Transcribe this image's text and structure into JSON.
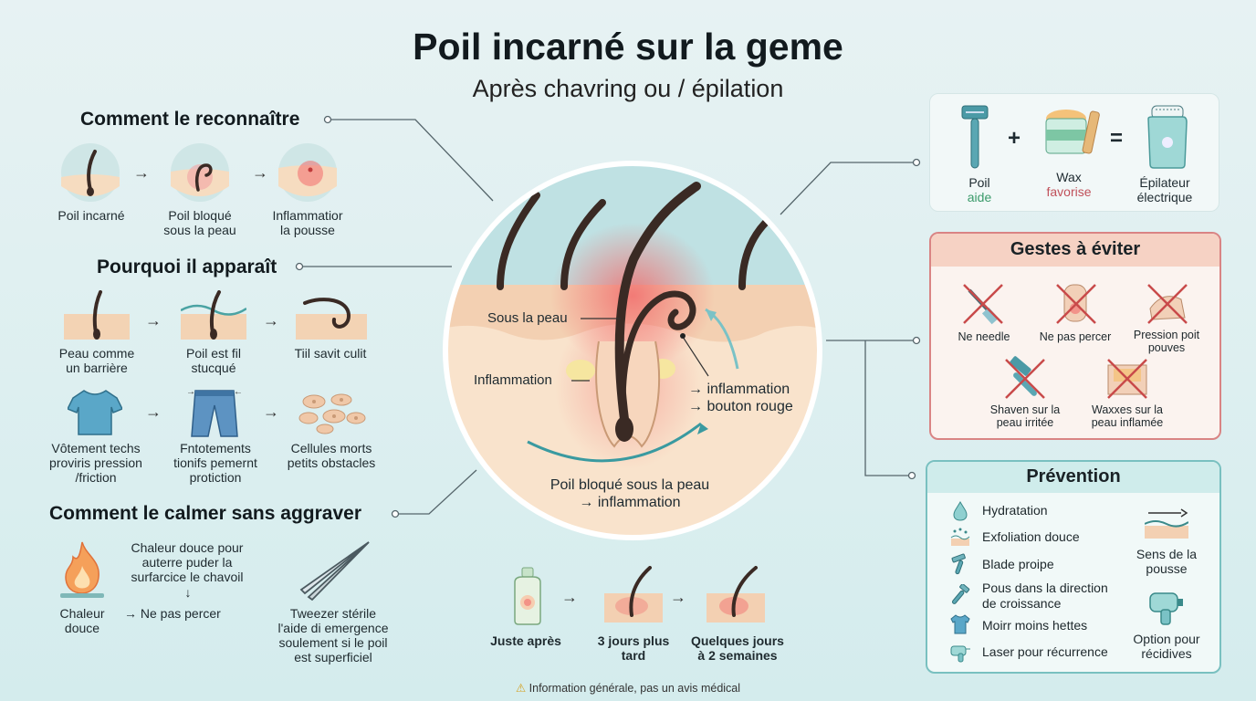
{
  "header": {
    "title": "Poil incarné sur la geme",
    "subtitle": "Après chavring ou / épilation"
  },
  "recognize": {
    "heading": "Comment le reconnaître",
    "steps": [
      {
        "label": "Poil incarné",
        "icon": "ingrown-hair-icon"
      },
      {
        "label": "Poil bloqué\nsous la peau",
        "icon": "curled-hair-icon"
      },
      {
        "label": "Inflammatior\nla pousse",
        "icon": "inflamed-skin-icon"
      }
    ]
  },
  "why": {
    "heading": "Pourquoi il apparaît",
    "row1": [
      {
        "label": "Peau comme\nun barrière",
        "icon": "skin-barrier-icon"
      },
      {
        "label": "Poil est fil\nstucqué",
        "icon": "hair-stuck-icon"
      },
      {
        "label": "Tiil savit culit",
        "icon": "curled-hair-loop-icon"
      }
    ],
    "row2": [
      {
        "label": "Vôtement techs\nproviris pression\n/friction",
        "icon": "tshirt-icon"
      },
      {
        "label": "Fntotements\ntionifs pemernt\nprotiction",
        "icon": "tight-pants-icon"
      },
      {
        "label": "Cellules morts\npetits obstacles",
        "icon": "dead-cells-icon"
      }
    ]
  },
  "calm": {
    "heading": "Comment le calmer sans aggraver",
    "heat_label": "Chaleur\ndouce",
    "heat_desc": "Chaleur douce pour\nauterre puder la\nsurfarcice le chavoil",
    "down_arrow": "↓",
    "no_pierce": "→ Ne pas percer",
    "tweezer_desc": "Tweezer stérile\nl'aide di emergence\nsoulement si le poil\nest superficiel"
  },
  "center": {
    "label_skin": "Sous la peau",
    "label_inflam": "Inflammation",
    "label_result_1": "→ inflammation",
    "label_result_2": "→ bouton rouge",
    "bottom_1": "Poil bloqué sous la peau",
    "bottom_2": "→ inflammation"
  },
  "timeline": {
    "steps": [
      {
        "label": "Juste après",
        "icon": "lotion-bottle-icon"
      },
      {
        "label": "3 jours plus\ntard",
        "icon": "hair-skin-icon"
      },
      {
        "label": "Quelques jours\nà 2 semaines",
        "icon": "healed-hair-icon"
      }
    ]
  },
  "methods": {
    "plus": "+",
    "equals": "=",
    "items": [
      {
        "title": "Poil",
        "note": "aide",
        "note_color": "#3a9a6a",
        "icon": "razor-icon"
      },
      {
        "title": "Wax",
        "note": "favorise",
        "note_color": "#c0505a",
        "icon": "wax-jar-icon"
      },
      {
        "title": "Épilateur",
        "note": "électrique",
        "note_color": "#1e2a30",
        "icon": "epilator-icon"
      }
    ]
  },
  "avoid": {
    "heading": "Gestes à éviter",
    "items": [
      {
        "label": "Ne needle",
        "icon": "needle-crossed-icon"
      },
      {
        "label": "Ne pas percer",
        "icon": "pierce-crossed-icon"
      },
      {
        "label": "Pression poit\npouves",
        "icon": "pressure-crossed-icon"
      },
      {
        "label": "Shaven sur la\npeau irritée",
        "icon": "razor-crossed-icon"
      },
      {
        "label": "Waxxes sur la\npeau inflamée",
        "icon": "wax-crossed-icon"
      }
    ]
  },
  "prevention": {
    "heading": "Prévention",
    "items": [
      {
        "label": "Hydratation",
        "icon": "droplet-icon"
      },
      {
        "label": "Exfoliation douce",
        "icon": "exfoliation-icon"
      },
      {
        "label": "Blade proipe",
        "icon": "blade-icon"
      },
      {
        "label": "Pous dans la direction\nde croissance",
        "icon": "razor-direction-icon"
      },
      {
        "label": "Moirr moins hettes",
        "icon": "shirt-icon"
      },
      {
        "label": "Laser pour récurrence",
        "icon": "laser-icon"
      }
    ],
    "side_1": "Sens de la\npousse",
    "side_2": "Option pour\nrécidives"
  },
  "footer": {
    "warning_icon": "⚠",
    "text": "Information générale, pas un avis médical"
  },
  "colors": {
    "skin": "#f6dcc0",
    "skin_dark": "#efc7a6",
    "hair": "#3a2a24",
    "inflam": "#f26b6b",
    "teal": "#78c5c5",
    "avoid_border": "#d86a6a",
    "prevent_border": "#6ab8b8"
  }
}
